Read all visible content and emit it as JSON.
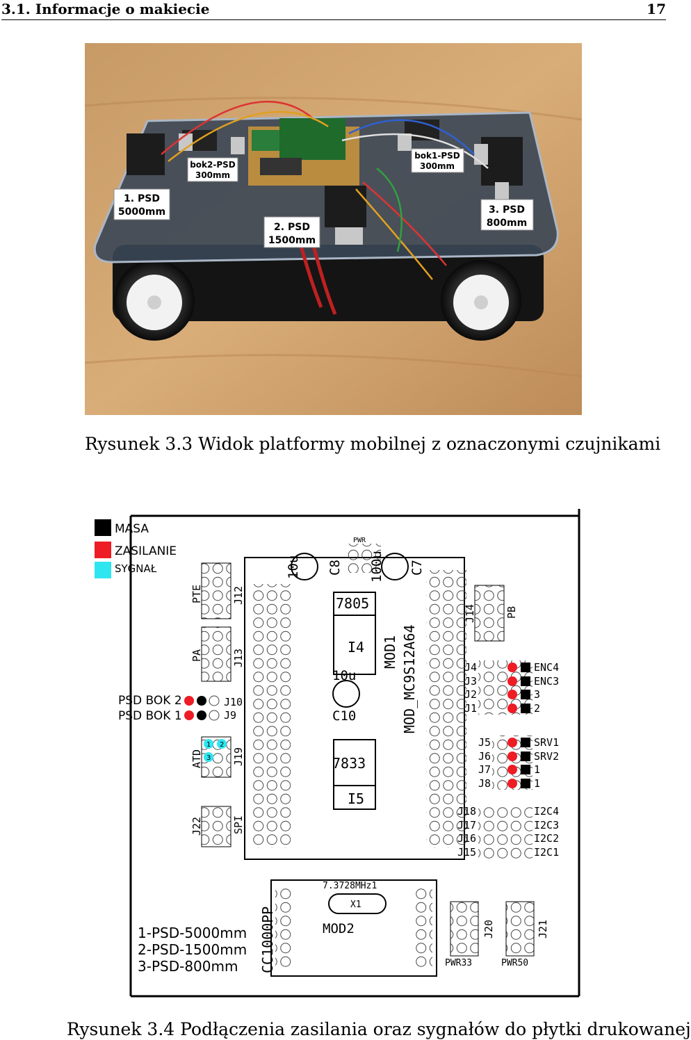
{
  "header": {
    "section": "3.1.  Informacje o makiecie",
    "page_number": "17"
  },
  "figure1": {
    "caption": "Rysunek 3.3  Widok platformy mobilnej z oznaczonymi czujnikami",
    "labels": [
      {
        "line1": "bok2-PSD",
        "line2": "300mm"
      },
      {
        "line1": "bok1-PSD",
        "line2": "300mm"
      },
      {
        "line1": "1. PSD",
        "line2": "5000mm"
      },
      {
        "line1": "2. PSD",
        "line2": "1500mm"
      },
      {
        "line1": "3. PSD",
        "line2": "800mm"
      }
    ]
  },
  "figure2": {
    "caption": "Rysunek 3.4  Podłączenia zasilania oraz sygnałów do płytki drukowanej",
    "legend": [
      {
        "label": "MASA",
        "color": "#000000"
      },
      {
        "label": "ZASILANIE",
        "color": "#ee1c24"
      },
      {
        "label": "SYGNAŁ",
        "color": "#2ee6f0"
      }
    ],
    "psd_labels": [
      "PSD BOK 2",
      "PSD BOK 1"
    ],
    "psd_list": [
      "1-PSD-5000mm",
      "2-PSD-1500mm",
      "3-PSD-800mm"
    ],
    "connectors": {
      "pte": "PTE",
      "j12": "J12",
      "pa": "PA",
      "j13": "J13",
      "j10": "J10",
      "j9": "J9",
      "atd": "ATD",
      "j19": "J19",
      "j22": "J22",
      "spi": "SPI",
      "j14": "J14",
      "pb": "PB",
      "j4": "J4",
      "j3": "J3",
      "j2": "J2",
      "j1": "J1",
      "enc4": "ENC4",
      "enc3": "ENC3",
      "r3": "3",
      "r2": "2",
      "j5": "J5",
      "j6": "J6",
      "j7": "J7",
      "j8": "J8",
      "srv1": "SRV1",
      "srv2": "SRV2",
      "r1a": "1",
      "r1b": "1",
      "j18": "J18",
      "j17": "J17",
      "j16": "J16",
      "j15": "J15",
      "i2c4": "I2C4",
      "i2c3": "I2C3",
      "i2c2": "I2C2",
      "i2c1": "I2C1",
      "j20": "J20",
      "j21": "J21",
      "pwr33": "PWR33",
      "pwr50": "PWR50",
      "atd1": "1",
      "atd2": "2",
      "atd3": "3"
    },
    "components": {
      "c10u_top": "10u",
      "c8": "C8",
      "pwr": "PWR",
      "c100u": "100u",
      "c7": "C7",
      "reg7805": "7805",
      "i4": "I4",
      "mod1": "MOD1",
      "mod_chip": "MOD_MC9S12A64",
      "c10u_mid": "10u",
      "c10": "C10",
      "reg7833": "7833",
      "i5": "I5",
      "cc1000": "CC1000PP",
      "crystal_freq": "7.3728MHz1",
      "x1": "X1",
      "mod2": "MOD2"
    }
  }
}
